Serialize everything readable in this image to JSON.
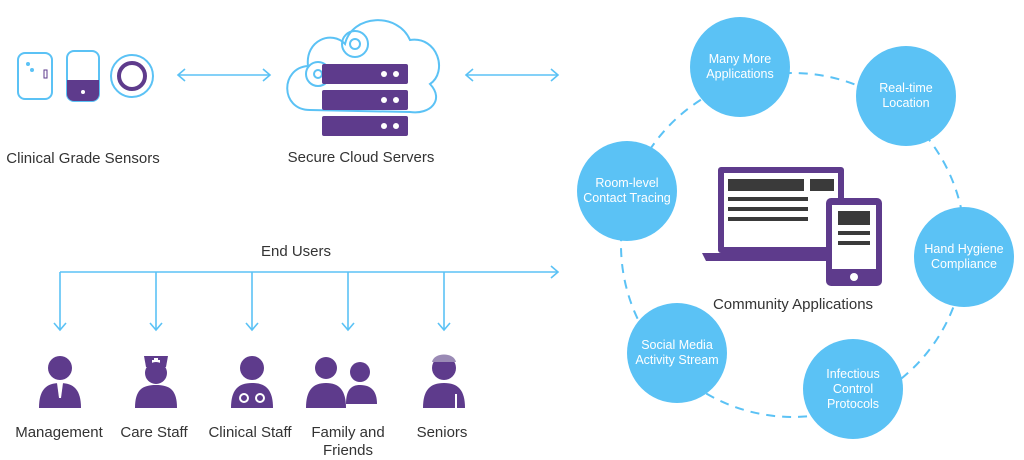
{
  "labels": {
    "sensors": "Clinical Grade Sensors",
    "cloud": "Secure Cloud Servers",
    "end_users": "End Users",
    "community": "Community Applications"
  },
  "users": [
    {
      "label": "Management",
      "icon": "manager-icon"
    },
    {
      "label": "Care Staff",
      "icon": "nurse-icon"
    },
    {
      "label": "Clinical Staff",
      "icon": "doctor-icon"
    },
    {
      "label": "Family and\nFriends",
      "icon": "family-icon"
    },
    {
      "label": "Seniors",
      "icon": "senior-icon"
    }
  ],
  "applications": [
    {
      "label": "Many More\nApplications"
    },
    {
      "label": "Real-time\nLocation"
    },
    {
      "label": "Hand Hygiene\nCompliance"
    },
    {
      "label": "Infectious\nControl\nProtocols"
    },
    {
      "label": "Social Media\nActivity Stream"
    },
    {
      "label": "Room-level\nContact Tracing"
    }
  ],
  "colors": {
    "purple": "#5e3b8c",
    "blue": "#5bc2f5",
    "text": "#333333"
  }
}
